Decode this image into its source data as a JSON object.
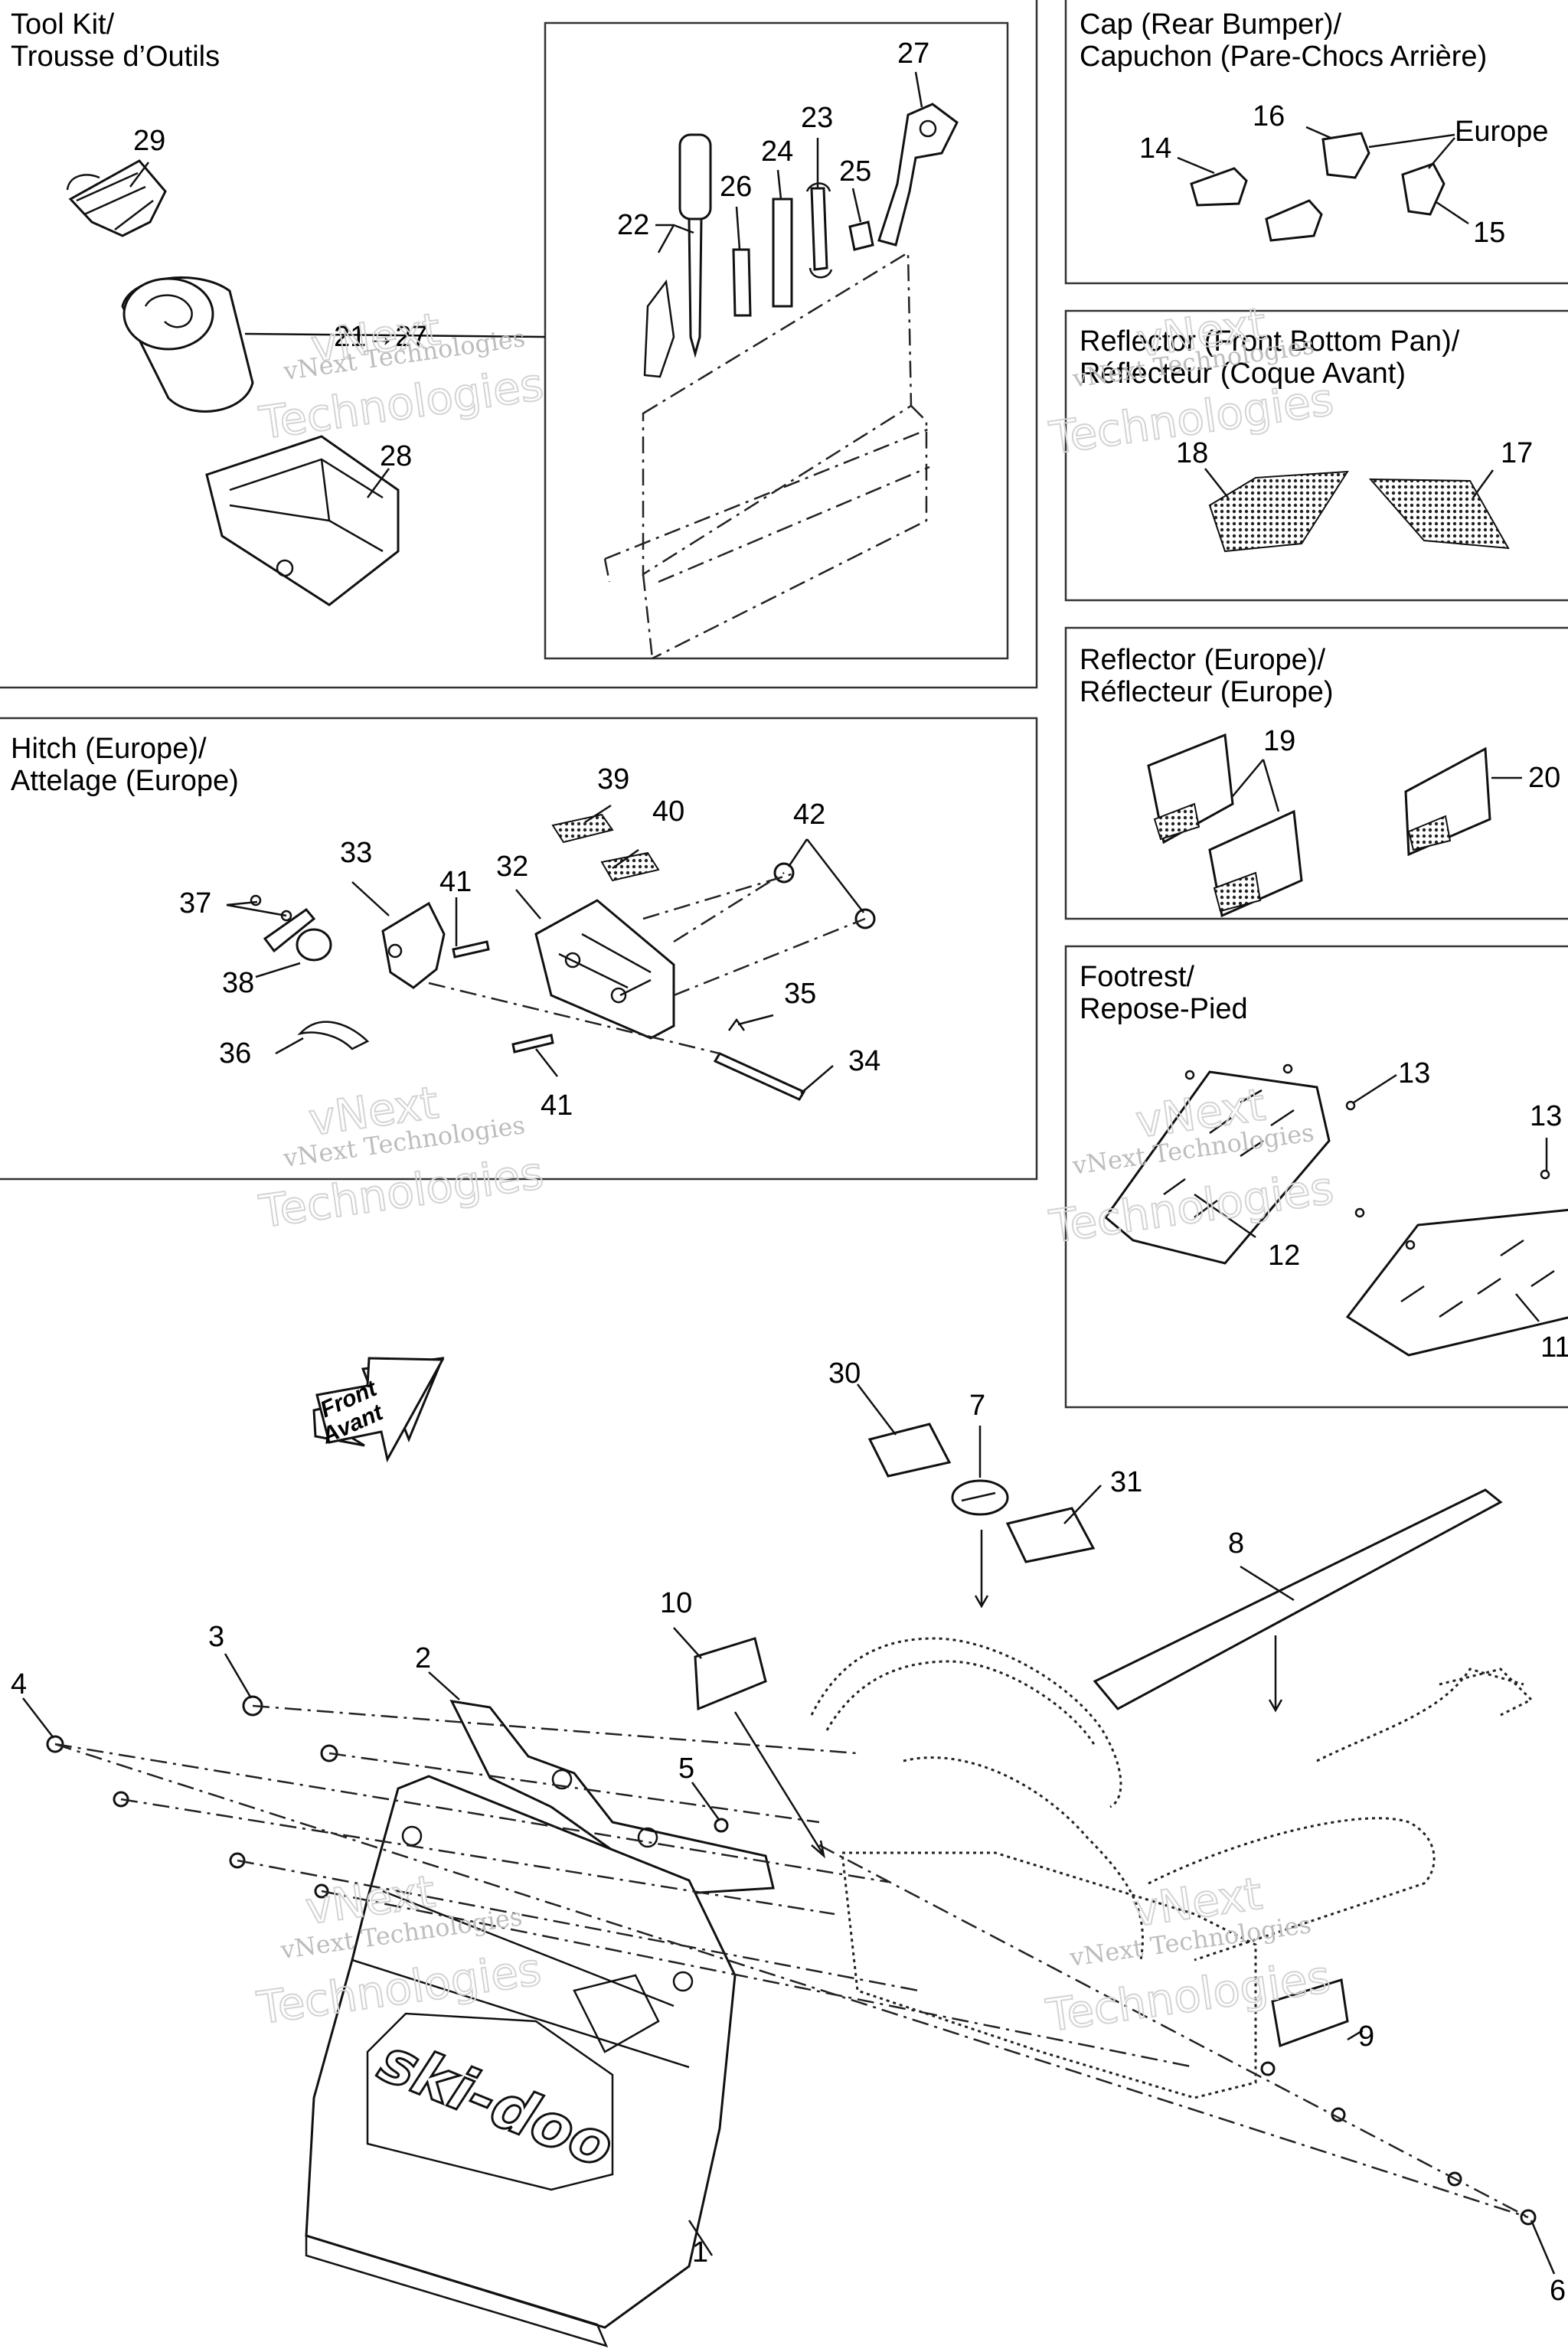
{
  "sections": {
    "tool_kit": {
      "line1": "Tool Kit/",
      "line2": "Trousse d’Outils"
    },
    "cap": {
      "line1": "Cap (Rear Bumper)/",
      "line2": "Capuchon (Pare-Chocs Arrière)",
      "europe": "Europe"
    },
    "reflector_front": {
      "line1": "Reflector (Front Bottom Pan)/",
      "line2": "Réflecteur (Coque Avant)"
    },
    "reflector_europe": {
      "line1": "Reflector (Europe)/",
      "line2": "Réflecteur (Europe)"
    },
    "hitch": {
      "line1": "Hitch (Europe)/",
      "line2": "Attelage (Europe)"
    },
    "footrest": {
      "line1": "Footrest/",
      "line2": "Repose-Pied"
    }
  },
  "direction": {
    "front": "Front",
    "avant": "Avant"
  },
  "brand_logo": "ski-doo",
  "watermark": {
    "line1": "vNext",
    "line2": "vNext Technologies",
    "line3": "Technologies"
  },
  "callouts": {
    "c1": "1",
    "c2": "2",
    "c3": "3",
    "c4": "4",
    "c5": "5",
    "c6": "6",
    "c7": "7",
    "c8": "8",
    "c9": "9",
    "c10": "10",
    "c11": "11",
    "c12": "12",
    "c13a": "13",
    "c13b": "13",
    "c14": "14",
    "c15": "15",
    "c16": "16",
    "c17": "17",
    "c18": "18",
    "c19": "19",
    "c20": "20",
    "c21": "21→27",
    "c22": "22",
    "c23": "23",
    "c24": "24",
    "c25": "25",
    "c26": "26",
    "c27": "27",
    "c28": "28",
    "c29": "29",
    "c30": "30",
    "c31": "31",
    "c32": "32",
    "c33": "33",
    "c34": "34",
    "c35": "35",
    "c36": "36",
    "c37": "37",
    "c38": "38",
    "c39": "39",
    "c40": "40",
    "c41a": "41",
    "c41b": "41",
    "c42": "42"
  }
}
